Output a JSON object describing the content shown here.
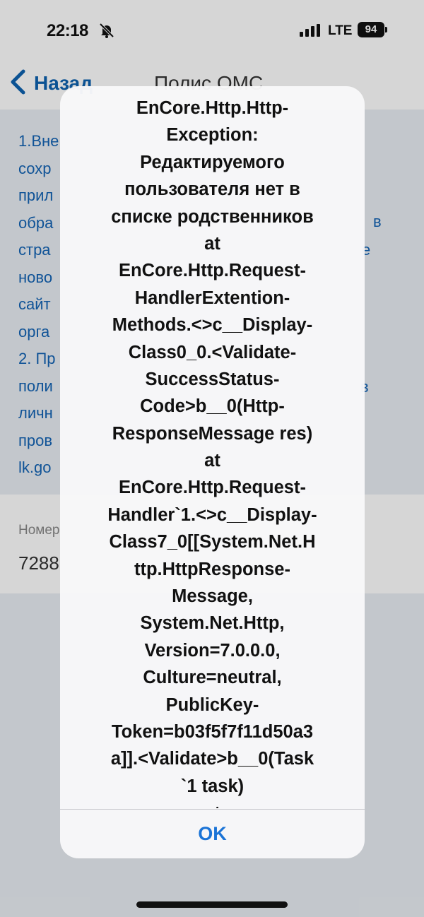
{
  "status_bar": {
    "time": "22:18",
    "network": "LTE",
    "battery": "94"
  },
  "nav": {
    "back_label": "Назад",
    "title": "Полис ОМС"
  },
  "info": {
    "lines": [
      "1.Вне",
      "сохр",
      "прил",
      "обра",
      "стра",
      "ново",
      "сайт",
      "орга",
      "2. Пр",
      "поли",
      "личн",
      "пров",
      "lk.go"
    ],
    "fragments": {
      "v": "в",
      "e1": "е",
      "v2": "в"
    }
  },
  "policy": {
    "label": "Номер",
    "value": "7288"
  },
  "alert": {
    "lines": [
      "EnCore.Http.Http-",
      "Exception:",
      "Редактируемого",
      "пользователя нет в",
      "списке родственников",
      "at",
      "EnCore.Http.Request-",
      "HandlerExtention-",
      "Methods.<>c__Display-",
      "Class0_0.<Validate-",
      "SuccessStatus-",
      "Code>b__0(Http-",
      "ResponseMessage res)",
      "at",
      "EnCore.Http.Request-",
      "Handler`1.<>c__Display-",
      "Class7_0[[System.Net.H",
      "ttp.HttpResponse-",
      "Message,",
      "System.Net.Http,",
      "Version=7.0.0.0,",
      "Culture=neutral,",
      "PublicKey-",
      "Token=b03f5f7f11d50a3",
      "a]].<Validate>b__0(Task",
      "`1 task)",
      "at"
    ],
    "ok_label": "OK"
  },
  "colors": {
    "accent": "#0e62b0",
    "link": "#1464b4",
    "button": "#1a73d6",
    "panel": "#e9eef3"
  }
}
